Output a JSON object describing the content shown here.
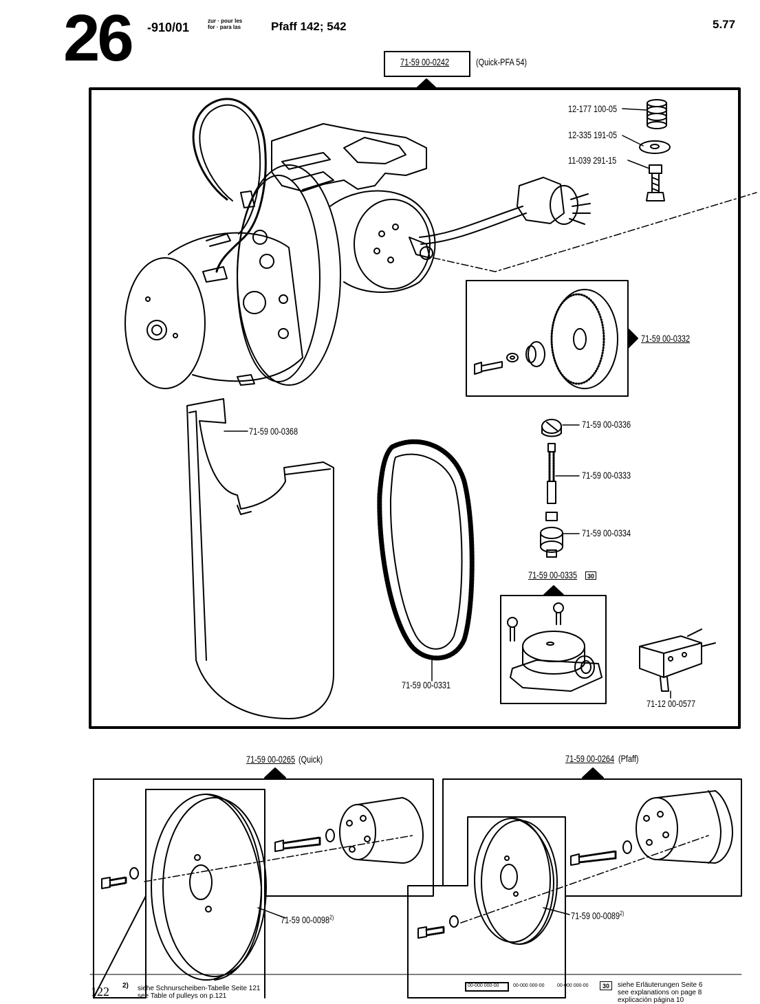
{
  "header": {
    "section_number": "26",
    "group_code": "-910/01",
    "for_lines": [
      "zur · pour les",
      "for · para las"
    ],
    "machine": "Pfaff 142; 542",
    "date": "5.77"
  },
  "main_assembly": {
    "part_number": "71-59 00-0242",
    "note": "(Quick-PFA 54)"
  },
  "parts": {
    "spring_top": "12-177 100-05",
    "washer": "12-335 191-05",
    "screw": "11-039 291-15",
    "pulley_kit": "71-59 00-0332",
    "belt_guard": "71-59 00-0368",
    "cap": "71-59 00-0336",
    "pin": "71-59 00-0333",
    "sleeve": "71-59 00-0334",
    "switch_assembly": "71-59 00-0335",
    "switch_assembly_badge": "30",
    "belt": "71-59 00-0331",
    "microswitch": "71-12 00-0577"
  },
  "lower_assemblies": {
    "quick": {
      "part_number": "71-59 00-0265",
      "note": "(Quick)",
      "pulley": "71-59 00-0098",
      "pulley_ref": "2)"
    },
    "pfaff": {
      "part_number": "71-59 00-0264",
      "note": "(Pfaff)",
      "pulley": "71-59 00-0089",
      "pulley_ref": "2)"
    }
  },
  "footer": {
    "page_number": "122",
    "note_marker": "2)",
    "note_de": "siehe Schnurscheiben-Tabelle Seite 121",
    "note_en": "see Table of pulleys on p.121",
    "legend_codes": [
      "00-000 000-00",
      "00-000 000-00",
      "00-000 000-00"
    ],
    "legend_badge": "30",
    "legend_de": "siehe Erläuterungen Seite 6",
    "legend_en": "see explanations on page 8",
    "legend_extra": "explicación página 10"
  }
}
